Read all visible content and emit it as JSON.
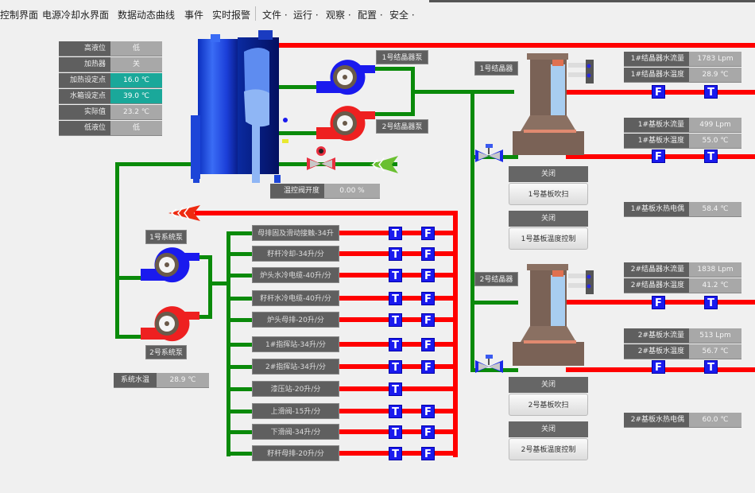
{
  "menubar": {
    "tabs": [
      "控制界面",
      "电源冷却水界面",
      "数据动态曲线",
      "事件",
      "实时报警"
    ],
    "menus": [
      "文件 ·",
      "运行 ·",
      "观察 ·",
      "配置 ·",
      "安全 ·"
    ]
  },
  "tank_status": [
    {
      "key": "高液位",
      "value": "低",
      "highlight": false
    },
    {
      "key": "加热器",
      "value": "关",
      "highlight": false
    },
    {
      "key": "加热设定点",
      "value": "16.0 ℃",
      "highlight": true
    },
    {
      "key": "水箱设定点",
      "value": "39.0 ℃",
      "highlight": true
    },
    {
      "key": "实际值",
      "value": "23.2 ℃",
      "highlight": false
    },
    {
      "key": "低液位",
      "value": "低",
      "highlight": false
    }
  ],
  "pumps": {
    "crystallizer_pump_1": "1号结晶器泵",
    "crystallizer_pump_2": "2号结晶器泵",
    "system_pump_1": "1号系统泵",
    "system_pump_2": "2号系统泵"
  },
  "valve": {
    "label": "温控阀开度",
    "value": "0.00 %"
  },
  "system_water_temp": {
    "label": "系统水温",
    "value": "28.9 ℃"
  },
  "branch_lines": [
    {
      "label": "母排固及滑动接触-34升",
      "t": true,
      "f": true
    },
    {
      "label": "籽杆冷却-34升/分",
      "t": true,
      "f": true
    },
    {
      "label": "炉头水冷电缆-40升/分",
      "t": true,
      "f": true
    },
    {
      "label": "籽杆水冷电缆-40升/分",
      "t": true,
      "f": true
    },
    {
      "label": "炉头母排-20升/分",
      "t": true,
      "f": true
    },
    {
      "label": "1#指挥站-34升/分",
      "t": true,
      "f": true
    },
    {
      "label": "2#指挥站-34升/分",
      "t": true,
      "f": true
    },
    {
      "label": "漆压站-20升/分",
      "t": true,
      "f": false
    },
    {
      "label": "上滑阀-15升/分",
      "t": true,
      "f": true
    },
    {
      "label": "下滑阀-34升/分",
      "t": true,
      "f": true
    },
    {
      "label": "籽杆母排-20升/分",
      "t": true,
      "f": true
    }
  ],
  "crystallizers": [
    {
      "name": "1号结晶器",
      "blow_state": "关闭",
      "blow_button": "1号基板吹扫",
      "temp_state": "关闭",
      "temp_button": "1号基板温度控制",
      "readings_a": [
        {
          "key": "1#结晶器水流量",
          "value": "1783 Lpm"
        },
        {
          "key": "1#结晶器水温度",
          "value": "28.9 ℃"
        }
      ],
      "readings_b": [
        {
          "key": "1#基板水流量",
          "value": "499 Lpm"
        },
        {
          "key": "1#基板水温度",
          "value": "55.0 ℃"
        }
      ],
      "thermocouple": {
        "key": "1#基板水热电偶",
        "value": "58.4 ℃"
      }
    },
    {
      "name": "2号结晶器",
      "blow_state": "关闭",
      "blow_button": "2号基板吹扫",
      "temp_state": "关闭",
      "temp_button": "2号基板温度控制",
      "readings_a": [
        {
          "key": "2#结晶器水流量",
          "value": "1838 Lpm"
        },
        {
          "key": "2#结晶器水温度",
          "value": "41.2 ℃"
        }
      ],
      "readings_b": [
        {
          "key": "2#基板水流量",
          "value": "513 Lpm"
        },
        {
          "key": "2#基板水温度",
          "value": "56.7 ℃"
        }
      ],
      "thermocouple": {
        "key": "2#基板水热电偶",
        "value": "60.0 ℃"
      }
    }
  ],
  "badges": {
    "t": "T",
    "f": "F"
  },
  "colors": {
    "hot_pipe": "#ff0000",
    "cold_pipe": "#0a8a0a",
    "badge": "#1a1aee",
    "setpoint": "#1aa89a",
    "tank": "#1f4fe0"
  }
}
